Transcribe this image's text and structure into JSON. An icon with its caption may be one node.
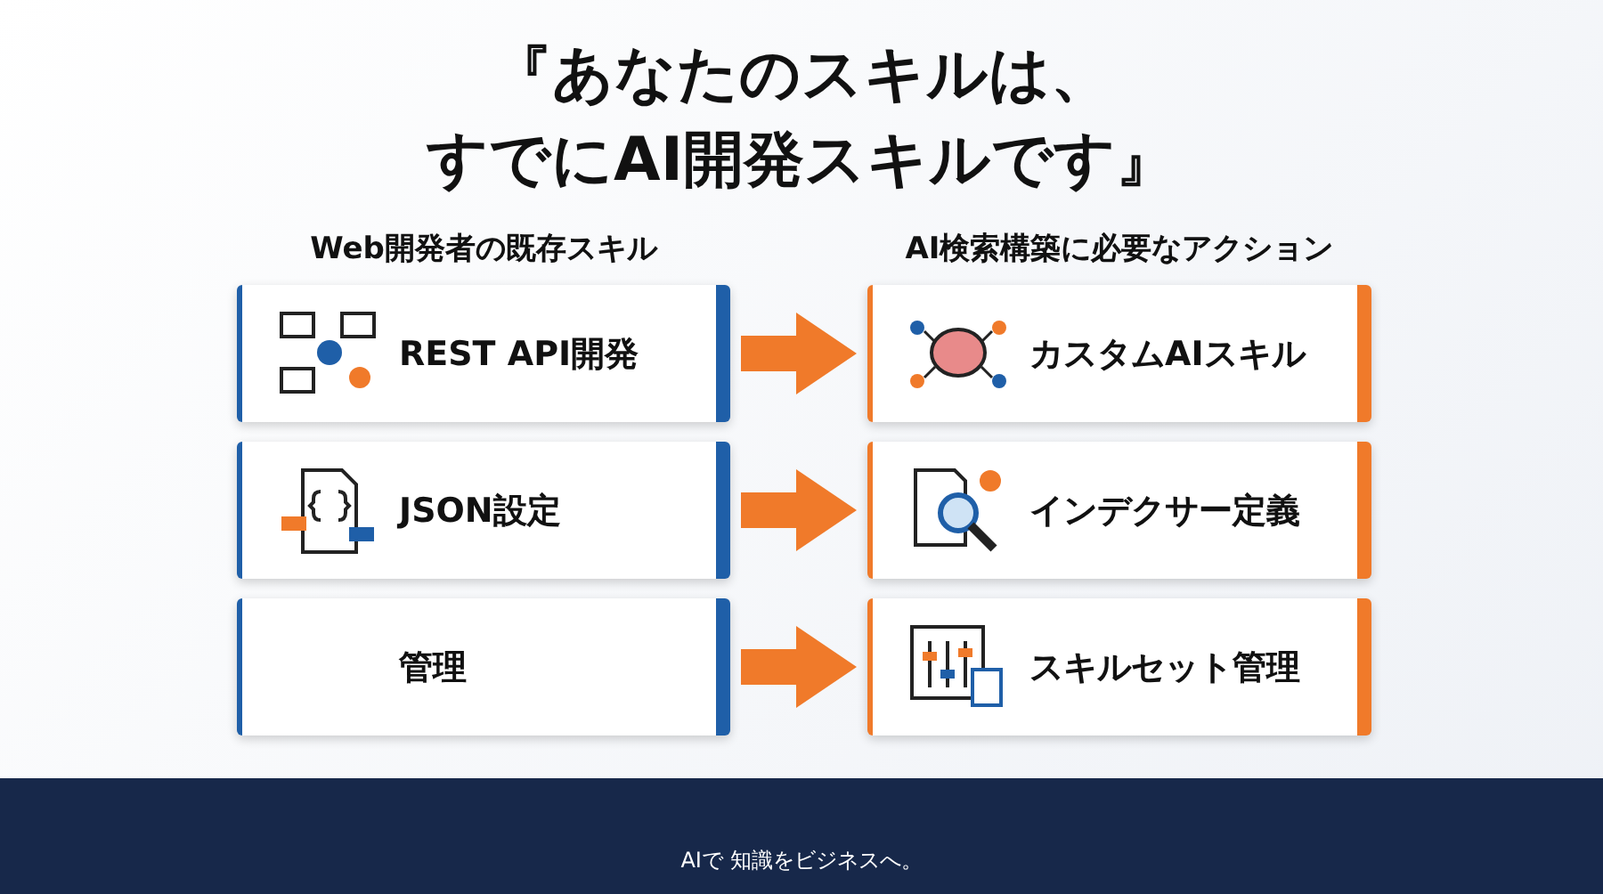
{
  "diagram": {
    "title": "『あなたのスキルは、すでにAI開発スキルです』",
    "nodes": [
      {
        "text": [
          "REST API開発"
        ]
      },
      {
        "text": [
          "JSON設定"
        ]
      },
      {
        "text": [
          "管理"
        ]
      },
      {
        "text": [
          "カスタムAIスキル"
        ]
      },
      {
        "text": [
          "インデクサー定義"
        ]
      },
      {
        "text": [
          "スキルセット管理"
        ]
      }
    ],
    "edges": [
      {
        "from": 0,
        "to": 3,
        "arrow": "to"
      },
      {
        "from": 1,
        "to": 4,
        "arrow": "to"
      },
      {
        "from": 2,
        "to": 5,
        "arrow": "to"
      }
    ],
    "labels": [
      "Web開発者の既存スキル",
      "AI検索構築に必要なアクション",
      "AIで 知識をビジネスへ。"
    ]
  }
}
